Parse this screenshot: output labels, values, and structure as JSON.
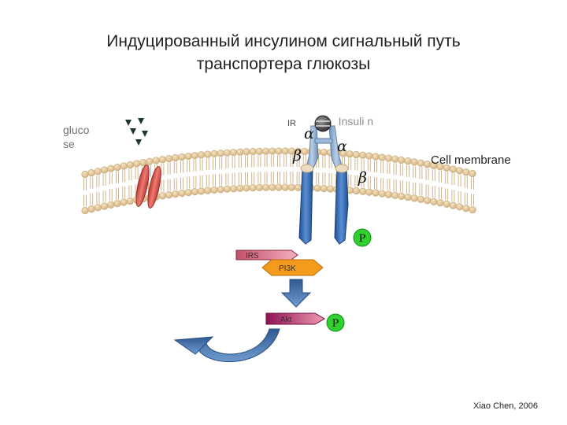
{
  "title": {
    "line1": "Индуцированный инсулином сигнальный путь",
    "line2": "транспортера глюкозы"
  },
  "labels": {
    "glucose": "gluco se",
    "insulin": "Insuli n",
    "membrane": "Cell membrane",
    "ir": "IR",
    "alpha_left": "α",
    "alpha_right": "α",
    "beta_left": "β",
    "beta_right": "β",
    "p_receptor": "P",
    "irs": "IRS",
    "pi3k": "PI3K",
    "akt": "Akt",
    "p_akt": "P"
  },
  "citation": "Xiao Chen, 2006",
  "colors": {
    "membrane_head": "#e0c79c",
    "membrane_head_edge": "#c6a876",
    "glut_transporter": "#d9534a",
    "receptor_blue": "#3a6fb8",
    "receptor_light": "#8fb0d4",
    "phosphate_green": "#2fd12f",
    "pi3k_orange": "#f49a1d",
    "irs_pink": "#e88a9a",
    "akt_magenta": "#b01e6a",
    "arrow_steel": "#4a76b0",
    "glucose_triangle": "#1f3530"
  },
  "icons": {
    "glucose_molecules": "dark-triangle",
    "insulin": "striped-sphere",
    "membrane": "phospholipid-bilayer"
  }
}
